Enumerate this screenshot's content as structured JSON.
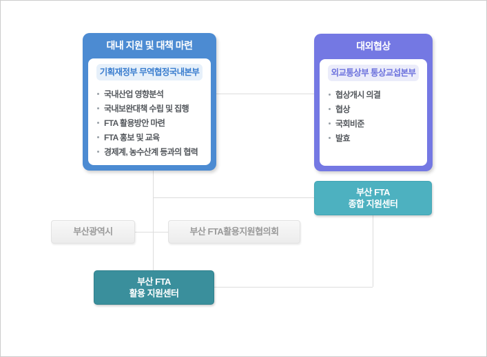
{
  "diagram": {
    "domestic_box": {
      "title": "대내 지원 및 대책 마련",
      "agency": "기획재정부 무역협정국내본부",
      "items": [
        "국내산업 영향분석",
        "국내보완대책 수립 및 집행",
        "FTA 활용방안 마련",
        "FTA 홍보 및 교육",
        "경제계, 농수산계 등과의 협력"
      ]
    },
    "external_box": {
      "title": "대외협상",
      "agency": "외교통상부 통상교섭본부",
      "items": [
        "협상개시 의결",
        "협상",
        "국회비준",
        "발효"
      ]
    },
    "comprehensive_center": {
      "label_line1": "부산 FTA",
      "label_line2": "종합 지원센터"
    },
    "busan_city": {
      "label": "부산광역시"
    },
    "council": {
      "label": "부산 FTA활용지원협의회"
    },
    "utilization_center": {
      "label_line1": "부산 FTA",
      "label_line2": "활용 지원센터"
    }
  },
  "colors": {
    "domestic_header": "#4c8bd2",
    "external_header": "#7478e3",
    "comprehensive_teal": "#4db1c0",
    "utilization_teal": "#3a8f9c",
    "connector": "#dcdcdc"
  }
}
